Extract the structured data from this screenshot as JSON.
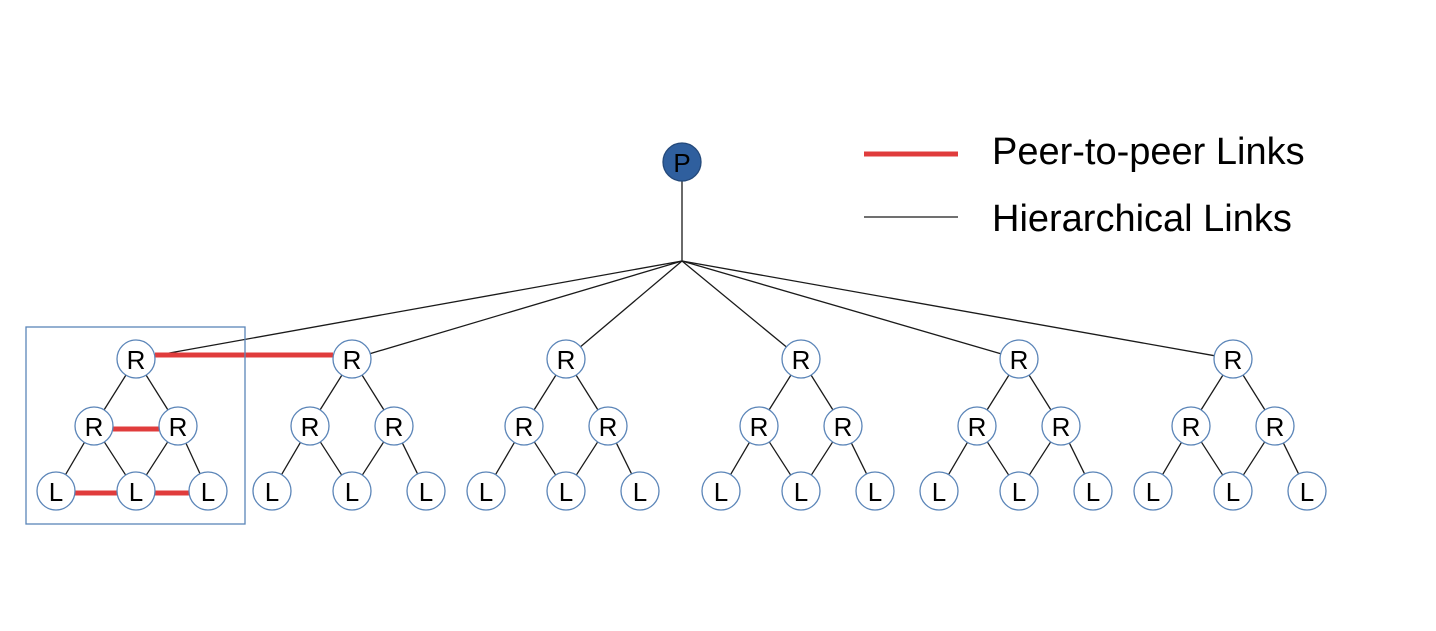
{
  "root": {
    "label": "P",
    "color": "#2f5f9e"
  },
  "groups": [
    {
      "root": "R",
      "middle": [
        "R",
        "R"
      ],
      "leaves": [
        "L",
        "L",
        "L"
      ]
    },
    {
      "root": "R",
      "middle": [
        "R",
        "R"
      ],
      "leaves": [
        "L",
        "L",
        "L"
      ]
    },
    {
      "root": "R",
      "middle": [
        "R",
        "R"
      ],
      "leaves": [
        "L",
        "L",
        "L"
      ]
    },
    {
      "root": "R",
      "middle": [
        "R",
        "R"
      ],
      "leaves": [
        "L",
        "L",
        "L"
      ]
    },
    {
      "root": "R",
      "middle": [
        "R",
        "R"
      ],
      "leaves": [
        "L",
        "L",
        "L"
      ]
    },
    {
      "root": "R",
      "middle": [
        "R",
        "R"
      ],
      "leaves": [
        "L",
        "L",
        "L"
      ]
    }
  ],
  "legend": {
    "peer": {
      "label": "Peer-to-peer Links",
      "color": "#e03c3c"
    },
    "hierarchical": {
      "label": "Hierarchical Links",
      "color": "#1a1a1a"
    }
  },
  "highlight_group": 0
}
